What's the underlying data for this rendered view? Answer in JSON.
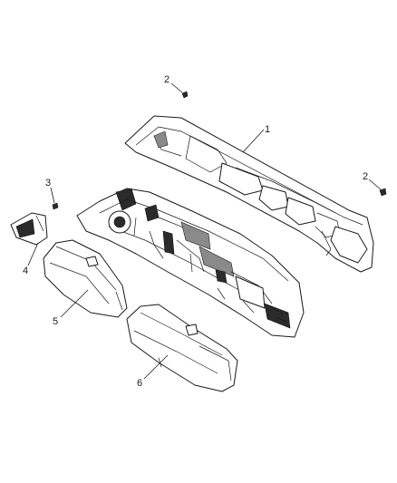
{
  "callouts": [
    {
      "id": "1",
      "label": "1",
      "part": "upper-trim-panel"
    },
    {
      "id": "2a",
      "label": "2",
      "part": "screw"
    },
    {
      "id": "2b",
      "label": "2",
      "part": "screw"
    },
    {
      "id": "3",
      "label": "3",
      "part": "clip"
    },
    {
      "id": "4",
      "label": "4",
      "part": "air-duct"
    },
    {
      "id": "5",
      "label": "5",
      "part": "left-lower-bin"
    },
    {
      "id": "6",
      "label": "6",
      "part": "right-lower-bin"
    }
  ],
  "colors": {
    "line": "#1a1a1a",
    "background": "#ffffff",
    "shade": "#8a8a8a",
    "dark": "#2b2b2b"
  }
}
